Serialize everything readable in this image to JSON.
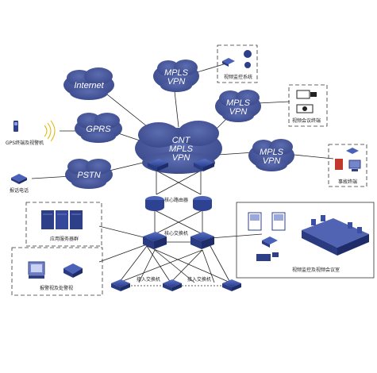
{
  "clouds": {
    "internet": "Internet",
    "gprs": "GPRS",
    "pstn": "PSTN",
    "cnt_line1": "CNT",
    "cnt_line2": "MPLS",
    "cnt_line3": "VPN",
    "mpls_top_line1": "MPLS",
    "mpls_top_line2": "VPN",
    "mpls_mid_line1": "MPLS",
    "mpls_mid_line2": "VPN",
    "mpls_right_line1": "MPLS",
    "mpls_right_line2": "VPN"
  },
  "labels": {
    "gps_terminal": "GPS终端及视警机",
    "phone": "报话电话",
    "core_router": "核心路由器",
    "core_switch": "核心交换机",
    "access_switch_left": "接入交换机",
    "access_switch_right": "接入交换机",
    "app_server": "应用服务器群",
    "alarm": "报警视及处警视",
    "video_monitor": "视频监控系统",
    "video_conf": "视频会议终端",
    "site_terminal": "事故终端",
    "video_center": "视频监控及视频会议室"
  },
  "colors": {
    "cloud": "#4a5a9c",
    "device": "#3a4fa0",
    "line": "#222222"
  }
}
